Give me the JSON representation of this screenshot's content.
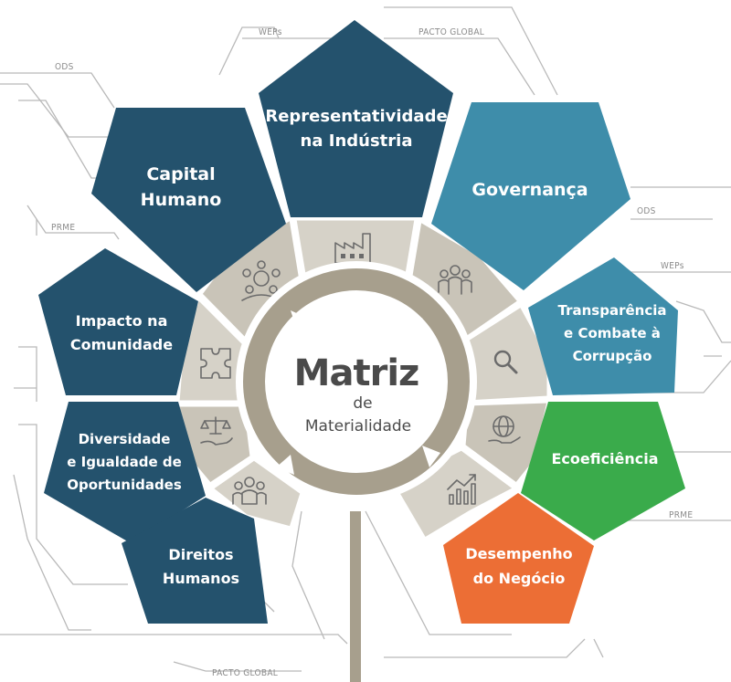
{
  "center": {
    "title": "Matriz",
    "line2": "de",
    "line3": "Materialidade"
  },
  "pentagons": {
    "representatividade": {
      "line1": "Representatividade",
      "line2": "na Indústria",
      "color": "#24526d"
    },
    "capital": {
      "line1": "Capital",
      "line2": "Humano",
      "color": "#24526d"
    },
    "governanca": {
      "line1": "Governança",
      "color": "#3e8daa"
    },
    "impacto": {
      "line1": "Impacto na",
      "line2": "Comunidade",
      "color": "#24526d"
    },
    "transparencia": {
      "line1": "Transparência",
      "line2": "e Combate à",
      "line3": "Corrupção",
      "color": "#3e8daa"
    },
    "diversidade": {
      "line1": "Diversidade",
      "line2": "e Igualdade de",
      "line3": "Oportunidades",
      "color": "#24526d"
    },
    "ecoeficiencia": {
      "line1": "Ecoeficiência",
      "color": "#3aab4b"
    },
    "direitos": {
      "line1": "Direitos",
      "line2": "Humanos",
      "color": "#24526d"
    },
    "desempenho": {
      "line1": "Desempenho",
      "line2": "do Negócio",
      "color": "#ec6e35"
    }
  },
  "tags": {
    "weps_top": "WEPs",
    "pacto_top": "PACTO GLOBAL",
    "ods_left": "ODS",
    "prme_left": "PRME",
    "ods_right": "ODS",
    "weps_right": "WEPs",
    "prme_right": "PRME",
    "pacto_bottom": "PACTO GLOBAL"
  },
  "icons": [
    "factory-icon",
    "people-group-icon",
    "search-icon",
    "globe-hand-icon",
    "growth-chart-icon",
    "team-icon",
    "scales-hand-icon",
    "puzzle-icon",
    "meeting-icon"
  ]
}
